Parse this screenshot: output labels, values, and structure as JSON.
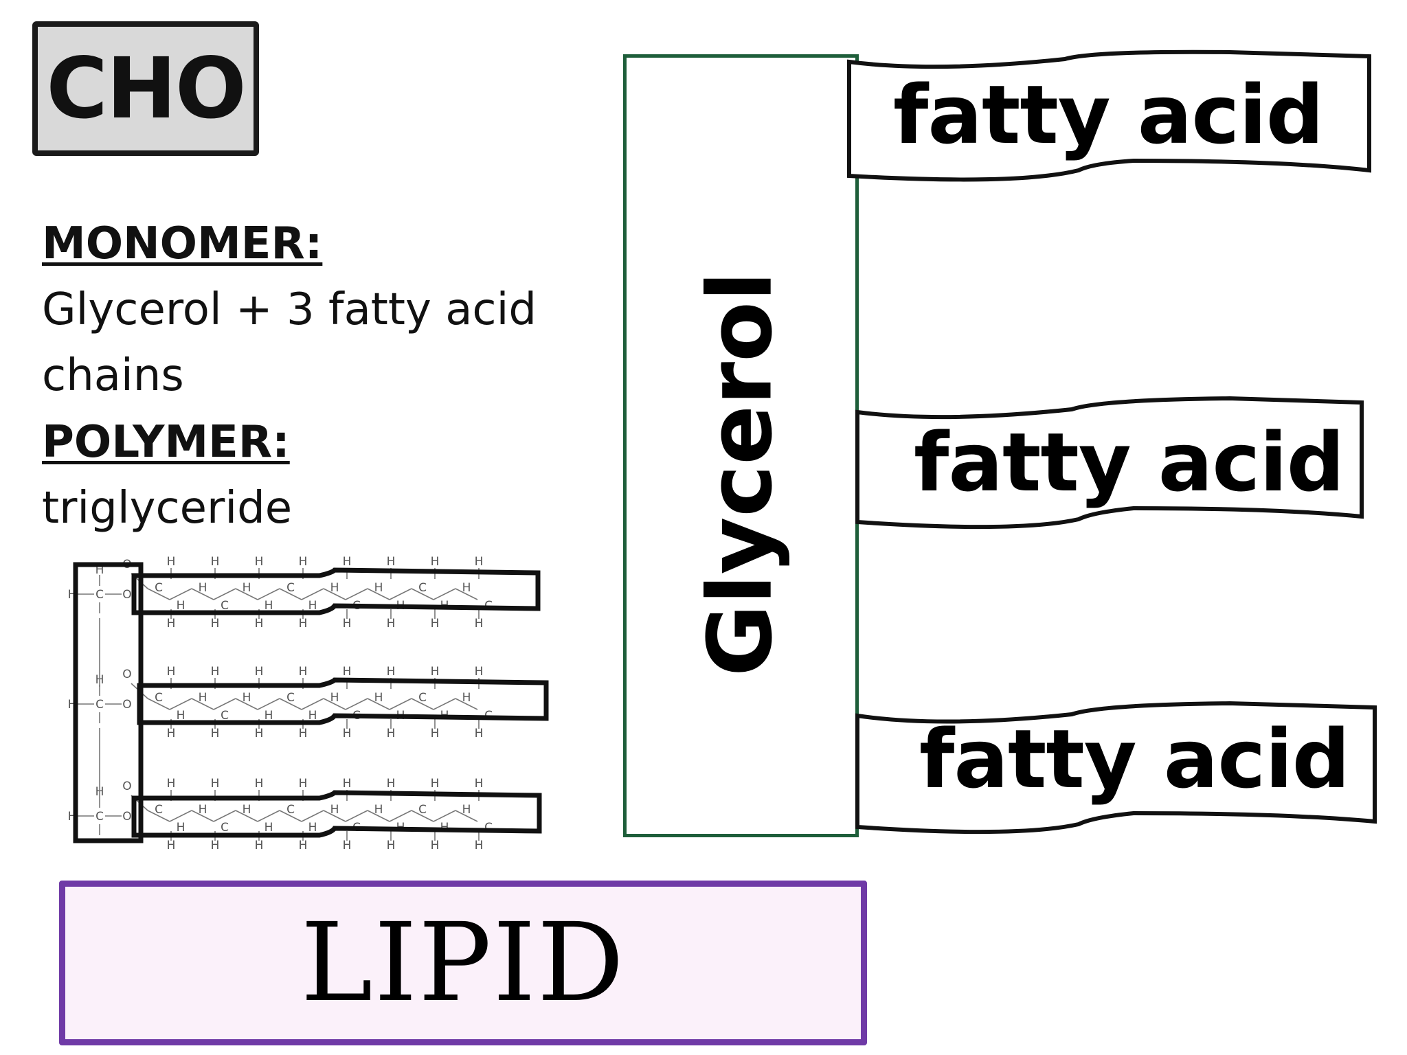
{
  "cho": "CHO",
  "monomer_heading": "MONOMER:",
  "monomer_line1": "Glycerol + 3 fatty acid",
  "monomer_line2": "chains",
  "polymer_heading": "POLYMER:",
  "polymer_text": "triglyceride",
  "glycerol": "Glycerol",
  "fatty_acids": [
    "fatty acid",
    "fatty acid",
    "fatty acid"
  ],
  "lipid": "LIPID",
  "structure_atoms": {
    "hydrogen": "H",
    "carbon": "C",
    "oxygen": "O"
  },
  "colors": {
    "glycerol_border": "#1e5e3a",
    "lipid_border": "#6f3aa6",
    "lipid_fill": "#fbf1fa",
    "cho_fill": "#d9d9d9"
  }
}
